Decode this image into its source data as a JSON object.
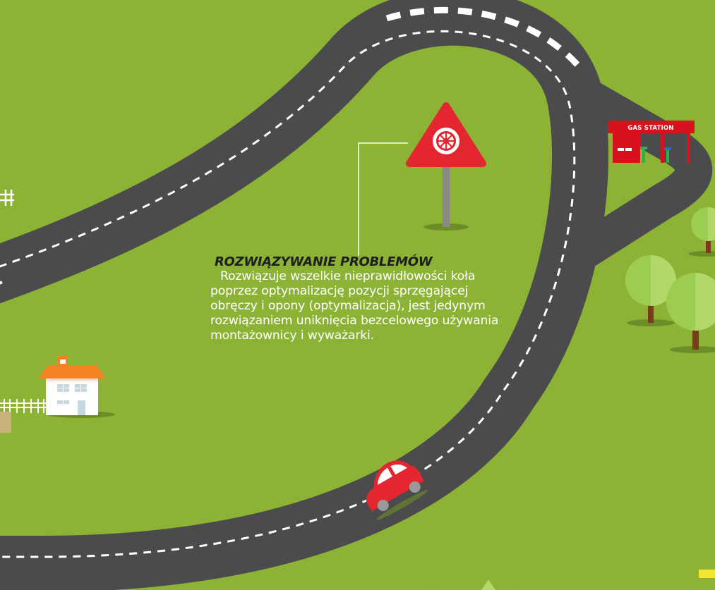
{
  "section": {
    "title": "ROZWIĄZYWANIE PROBLEMÓW",
    "body": "Rozwiązuje wszelkie nieprawidłowości koła poprzez optymalizację pozycji sprzęgającej obręczy i opony (optymalizacja), jest jedynym rozwiązaniem uniknięcia bezcelowego używania montażownicy i wyważarki."
  },
  "gas_station": {
    "label": "GAS STATION"
  },
  "colors": {
    "grass": "#8cb234",
    "road": "#4b4b4d",
    "sign_red": "#e3262f",
    "car_red": "#e3262f",
    "roof_orange": "#f58220",
    "tree_green": "#9ccc50",
    "trunk": "#7a3a1c"
  },
  "icons": [
    "warning-sign-icon",
    "wheel-icon",
    "car-icon",
    "house-icon",
    "tree-icon",
    "fence-icon",
    "gas-station-icon"
  ]
}
